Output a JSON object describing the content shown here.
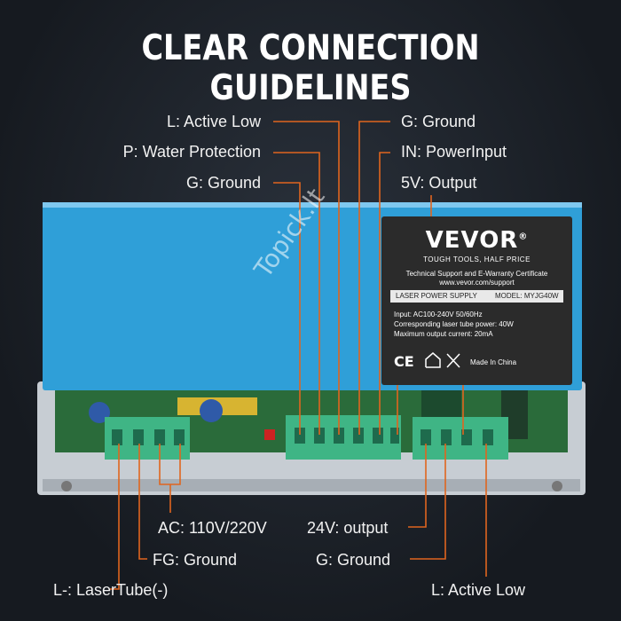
{
  "title": "CLEAR CONNECTION GUIDELINES",
  "labels_top": [
    {
      "id": "l-active-low",
      "text": "L: Active Low"
    },
    {
      "id": "p-water",
      "text": "P: Water Protection"
    },
    {
      "id": "g-ground-left",
      "text": "G: Ground"
    },
    {
      "id": "g-ground-right",
      "text": "G: Ground"
    },
    {
      "id": "in-power",
      "text": "IN: PowerInput"
    },
    {
      "id": "five-v",
      "text": "5V: Output"
    }
  ],
  "labels_bottom": [
    {
      "id": "ac",
      "text": "AC: 110V/220V"
    },
    {
      "id": "fg",
      "text": "FG: Ground"
    },
    {
      "id": "l-minus",
      "text": "L-: LaserTube(-)"
    },
    {
      "id": "twentyfour-v",
      "text": "24V: output"
    },
    {
      "id": "g-ground-bottom",
      "text": "G: Ground"
    },
    {
      "id": "l-active-low-bottom",
      "text": "L: Active Low"
    }
  ],
  "label": {
    "brand": "VEVOR",
    "reg": "®",
    "tagline": "TOUGH TOOLS, HALF PRICE",
    "line1": "Technical Support and E-Warranty Certificate",
    "line2": "www.vevor.com/support",
    "product": "LASER POWER SUPPLY",
    "model": "MODEL: MYJG40W",
    "input": "Input: AC100-240V  50/60Hz",
    "tube_power": "Corresponding laser tube power: 40W",
    "max_current": "Maximum output current: 20mA",
    "ce": "CE",
    "made_in": "Made In China"
  },
  "watermark": "Topick.lt",
  "colors": {
    "background": "#1a1f26",
    "casing_blue": "#2f9fd8",
    "leader_line": "#e0651f",
    "terminal_green": "#3fb585",
    "pcb_green": "#2a6b3a"
  }
}
